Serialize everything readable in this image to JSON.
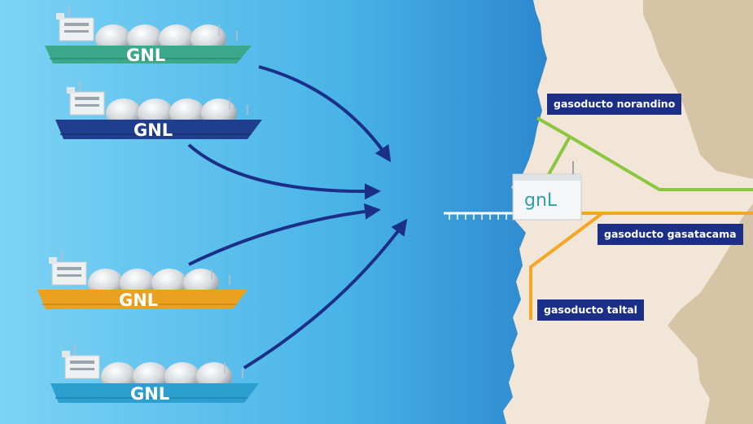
{
  "ships": [
    {
      "label": "GNL",
      "hull_color": "#3ba88c"
    },
    {
      "label": "GNL",
      "hull_color": "#1f3f8e"
    },
    {
      "label": "GNL",
      "hull_color": "#e9a11f"
    },
    {
      "label": "GNL",
      "hull_color": "#2b9fcf"
    }
  ],
  "pipelines": [
    {
      "label": "gasoducto norandino",
      "color": "#8cc63f"
    },
    {
      "label": "gasoducto gasatacama",
      "color": "#f5a623"
    },
    {
      "label": "gasoducto taltal",
      "color": "#f5a623"
    }
  ],
  "terminal": {
    "logo": "gnL"
  },
  "colors": {
    "sea_light": "#6cc7ef",
    "sea_deep": "#1b5ea8",
    "land": "#f1e6d8",
    "inland": "#d6c4a6",
    "arrow": "#1c2f86",
    "tag": "#1c2f86"
  }
}
